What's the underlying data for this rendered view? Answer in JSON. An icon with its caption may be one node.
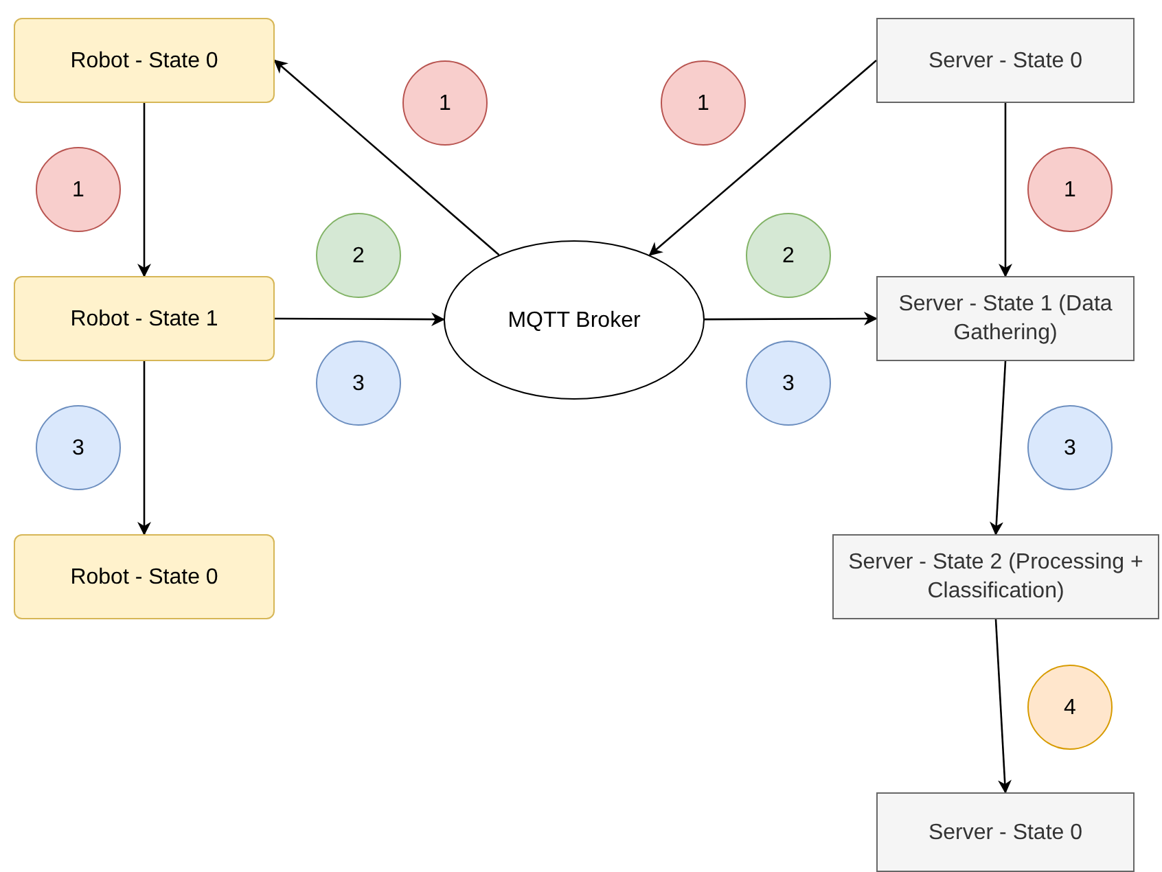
{
  "diagram": {
    "nodes": [
      {
        "text": [
          "Robot - State 0"
        ]
      },
      {
        "text": [
          "1"
        ]
      },
      {
        "text": [
          "1"
        ]
      },
      {
        "text": [
          "Server - State 0"
        ]
      },
      {
        "text": [
          "1"
        ]
      },
      {
        "text": [
          "1"
        ]
      },
      {
        "text": [
          "2"
        ]
      },
      {
        "text": [
          "2"
        ]
      },
      {
        "text": [
          "Robot - State 1"
        ]
      },
      {
        "text": [
          "MQTT Broker"
        ]
      },
      {
        "text": [
          "Server - State 1 (Data Gathering)"
        ]
      },
      {
        "text": [
          "3"
        ]
      },
      {
        "text": [
          "3"
        ]
      },
      {
        "text": [
          "3"
        ]
      },
      {
        "text": [
          "3"
        ]
      },
      {
        "text": [
          "Robot - State 0"
        ]
      },
      {
        "text": [
          "Server - State 2 (Processing + Classification)"
        ]
      },
      {
        "text": [
          "4"
        ]
      },
      {
        "text": [
          "Server - State 0"
        ]
      }
    ],
    "edges": [
      {
        "from": 9,
        "to": 0,
        "arrow": "to"
      },
      {
        "from": 3,
        "to": 9,
        "arrow": "to"
      },
      {
        "from": 0,
        "to": 8,
        "arrow": "to"
      },
      {
        "from": 3,
        "to": 10,
        "arrow": "to"
      },
      {
        "from": 8,
        "to": 9,
        "arrow": "to"
      },
      {
        "from": 9,
        "to": 10,
        "arrow": "to"
      },
      {
        "from": 8,
        "to": 15,
        "arrow": "to"
      },
      {
        "from": 10,
        "to": 16,
        "arrow": "to"
      },
      {
        "from": 16,
        "to": 18,
        "arrow": "to"
      }
    ]
  }
}
